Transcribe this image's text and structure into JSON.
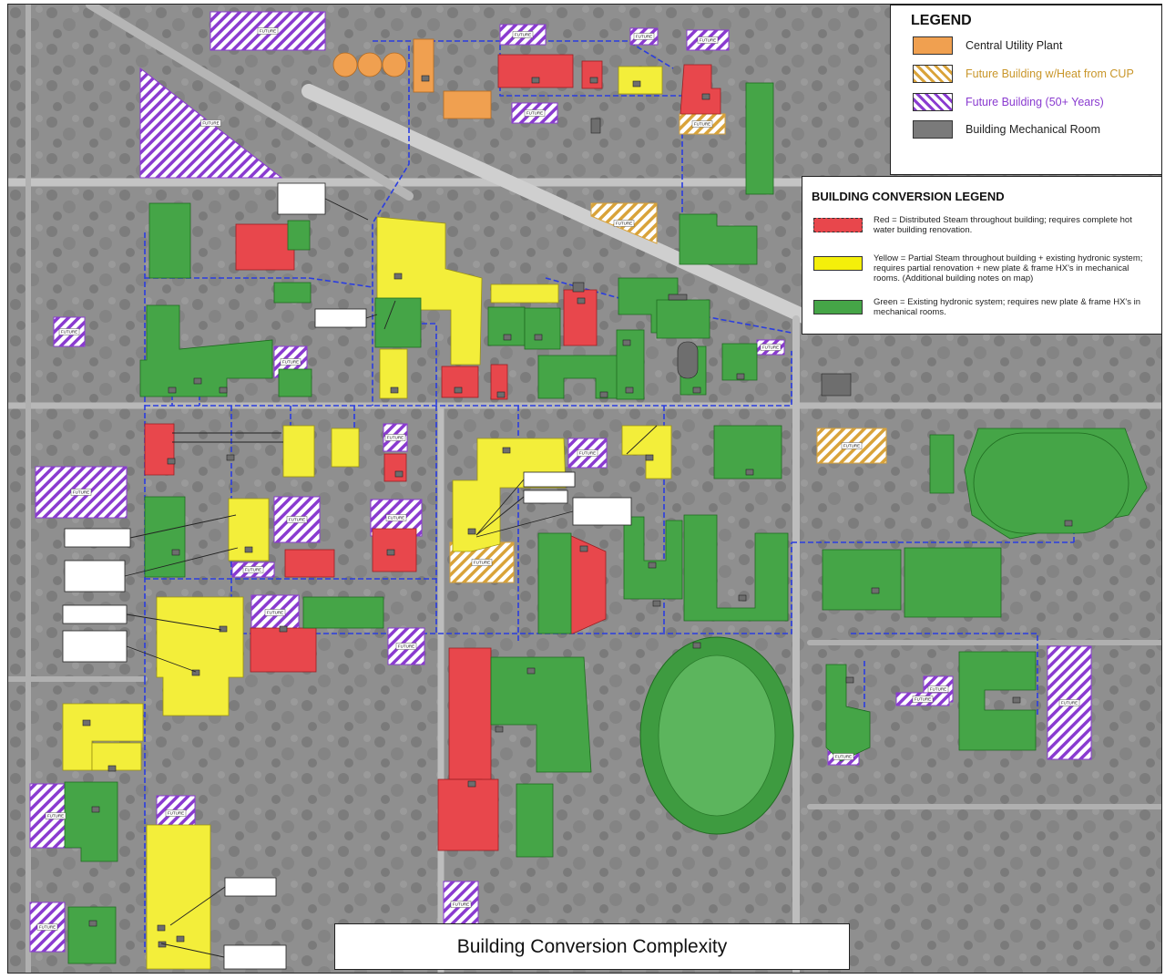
{
  "legend": {
    "title": "LEGEND",
    "items": [
      {
        "label": "Central Utility Plant",
        "color": "#f0a050"
      },
      {
        "label": "Future Building w/Heat from CUP",
        "color": "#e9b64a"
      },
      {
        "label": "Future Building (50+ Years)",
        "color": "#9a44d8"
      },
      {
        "label": "Building Mechanical Room",
        "color": "#7a7a7a"
      }
    ]
  },
  "conversion_legend": {
    "title": "BUILDING CONVERSION LEGEND",
    "items": [
      {
        "label": "Red = Distributed Steam throughout building; requires complete hot water building renovation.",
        "color": "#e8474c"
      },
      {
        "label": "Yellow = Partial Steam throughout building + existing hydronic system; requires partial renovation + new plate & frame HX's in mechanical rooms. (Additional building notes on map)",
        "color": "#f4ef0a"
      },
      {
        "label": "Green = Existing hydronic system; requires new plate & frame HX's in mechanical rooms.",
        "color": "#3f9f3f"
      }
    ]
  },
  "caption": "Building Conversion Complexity",
  "colors": {
    "red": "#e8474c",
    "yellow": "#f3ee3a",
    "green": "#45a547",
    "orange": "#f0a050",
    "pipe": "#2a3de0",
    "purple": "#8a3bd0",
    "gold": "#d9a33a"
  },
  "future_label": "FUTURE"
}
